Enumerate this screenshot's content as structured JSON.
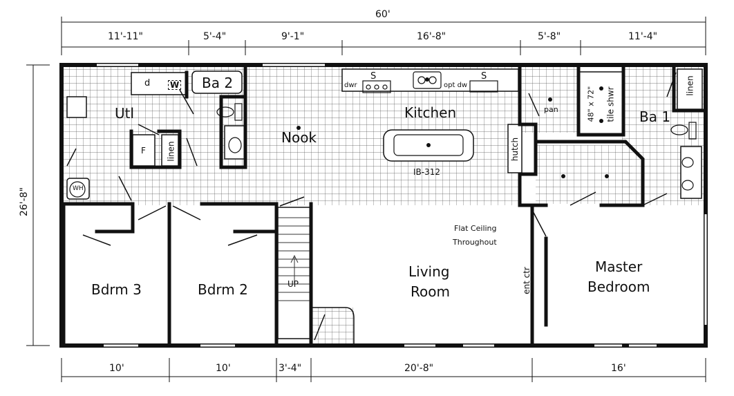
{
  "dimensions": {
    "overall_width": "60'",
    "top": [
      "11'-11\"",
      "5'-4\"",
      "9'-1\"",
      "16'-8\"",
      "5'-8\"",
      "11'-4\""
    ],
    "bottom": [
      "10'",
      "10'",
      "3'-4\"",
      "20'-8\"",
      "16'"
    ],
    "overall_depth": "26'-8\""
  },
  "rooms": {
    "utility": "Utl",
    "bath2": "Ba 2",
    "nook": "Nook",
    "kitchen": "Kitchen",
    "bath1": "Ba 1",
    "bedroom3": "Bdrm 3",
    "bedroom2": "Bdrm 2",
    "living_line1": "Living",
    "living_line2": "Room",
    "master_line1": "Master",
    "master_line2": "Bedroom"
  },
  "fixtures": {
    "dryer": "d",
    "washer": "W",
    "water_heater": "WH",
    "furnace": "F",
    "linen_utility": "linen",
    "linen_bath1": "linen",
    "dishwasher": "dwr",
    "sink_left": "S",
    "sink_right": "S",
    "optional_dishwasher": "opt dw",
    "pantry": "pan",
    "shower_size": "48\" x 72\"",
    "shower_label": "tile shwr",
    "hutch": "hutch",
    "island": "IB-312",
    "stairs": "UP",
    "entertainment_center": "ent ctr"
  },
  "notes": {
    "ceiling_line1": "Flat Ceiling",
    "ceiling_line2": "Throughout"
  }
}
